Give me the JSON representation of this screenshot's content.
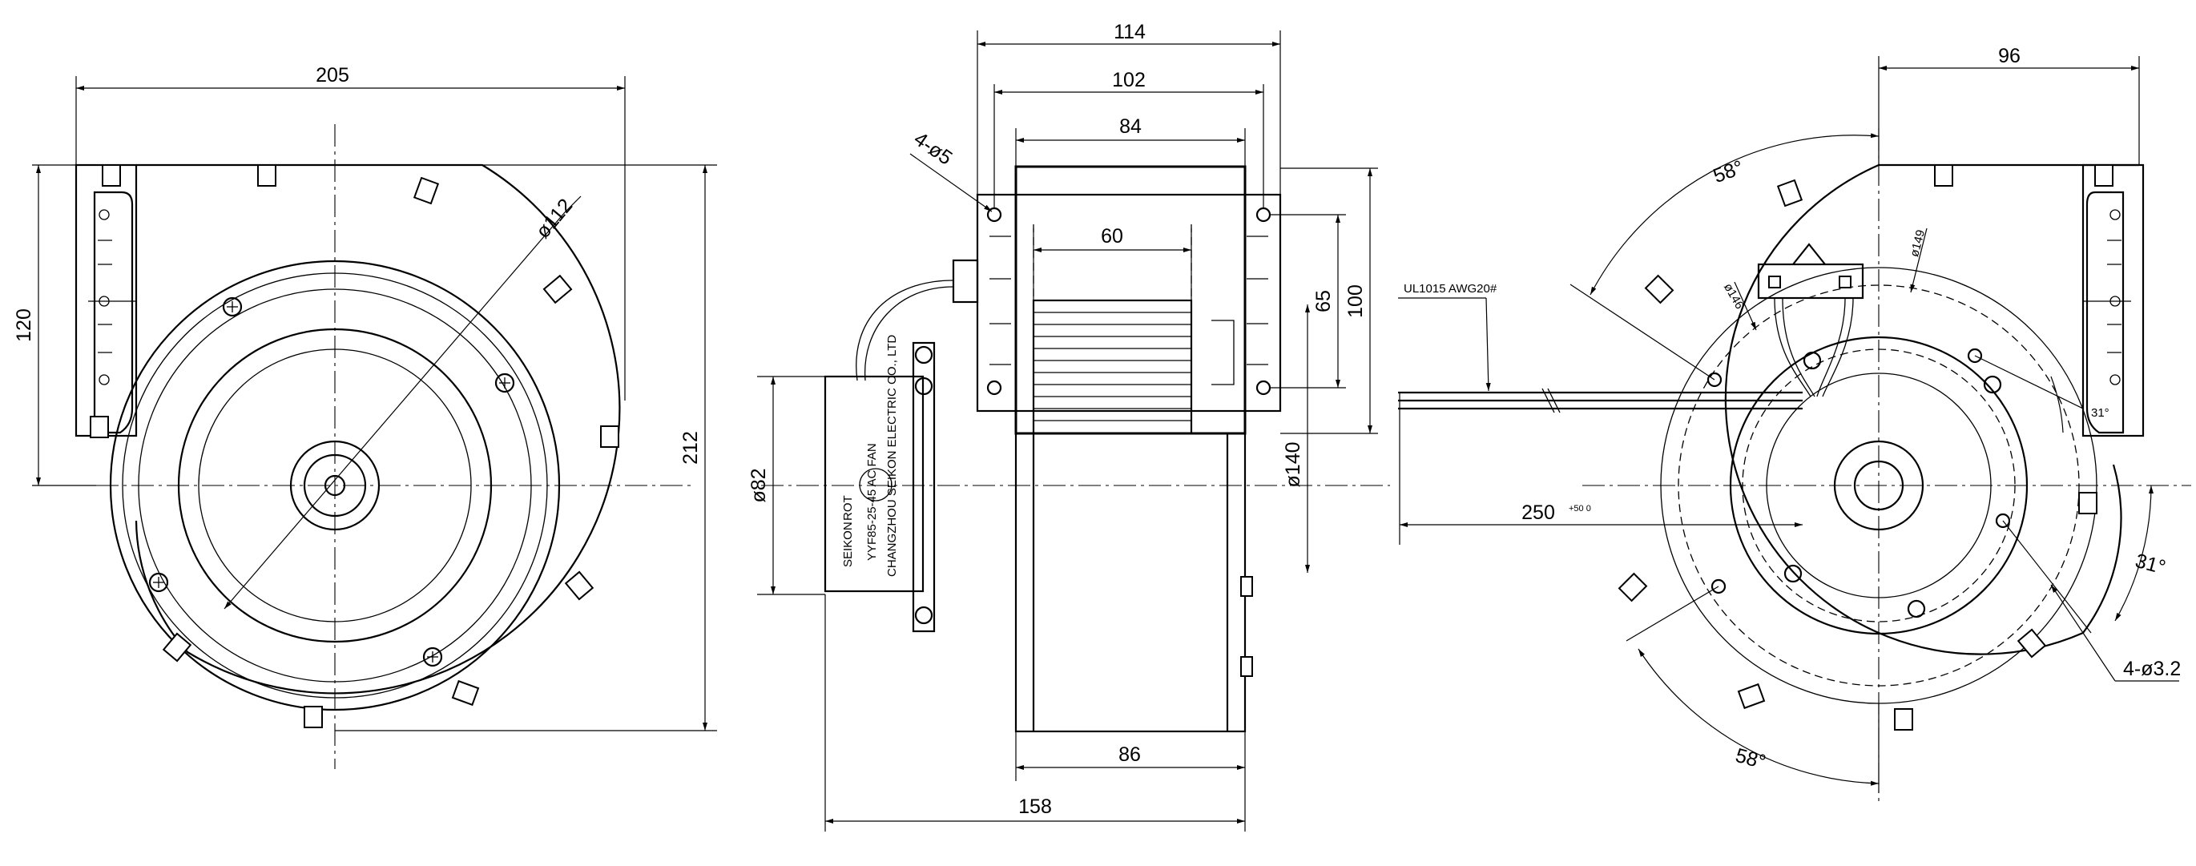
{
  "dimensions": {
    "front_width": "205",
    "front_bracket_height": "120",
    "front_height": "212",
    "front_diameter": "ø112",
    "side_width_outer": "114",
    "side_width_mid": "102",
    "side_width_inner": "84",
    "side_wheel": "60",
    "side_holes": "4-ø5",
    "side_hole_spacing": "65",
    "side_flange_height": "100",
    "side_diameter_wheel": "ø140",
    "side_diameter_motor": "ø82",
    "side_outlet": "86",
    "side_overall": "158",
    "back_width": "96",
    "back_angle_top": "58°",
    "back_diameter_inner": "ø146",
    "back_diameter_outer": "ø149",
    "back_cable": "UL1015 AWG20#",
    "back_cable_length": "250",
    "back_cable_tolerance": "+50 0",
    "back_angle_small": "31°",
    "back_angle_side": "31°",
    "back_holes": "4-ø3.2",
    "back_angle_bottom": "58°"
  },
  "nameplate": {
    "company": "CHANGZHOU SEIKON ELECTRIC CO., LTD",
    "model": "YYF85-25-45  AC FAN",
    "brand": "SEIKON",
    "rot": "ROT"
  }
}
